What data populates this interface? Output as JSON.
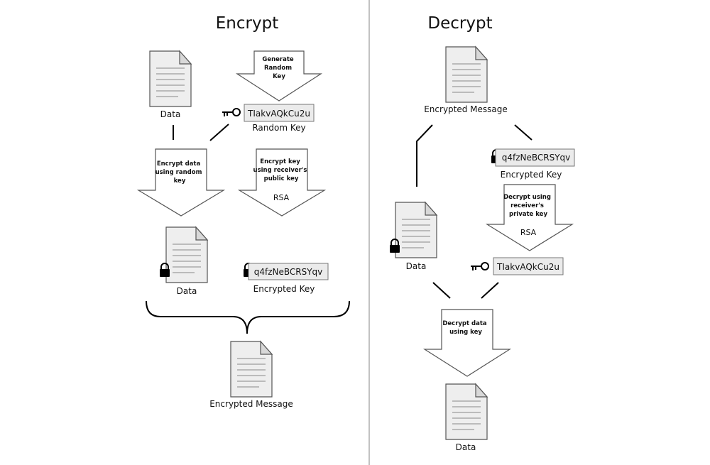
{
  "encrypt": {
    "title": "Encrypt",
    "data_label": "Data",
    "generate_arrow": [
      "Generate",
      "Random",
      "Key"
    ],
    "random_key_value": "TIakvAQkCu2u",
    "random_key_label": "Random Key",
    "encrypt_data_arrow": [
      "Encrypt data",
      "using random",
      "key"
    ],
    "encrypt_key_arrow": [
      "Encrypt key",
      "using receiver's",
      "public key"
    ],
    "encrypt_key_algo": "RSA",
    "encrypted_data_label": "Data",
    "encrypted_key_value": "q4fzNeBCRSYqv",
    "encrypted_key_label": "Encrypted Key",
    "message_label": "Encrypted Message"
  },
  "decrypt": {
    "title": "Decrypt",
    "message_label": "Encrypted Message",
    "encrypted_key_value": "q4fzNeBCRSYqv",
    "encrypted_key_label": "Encrypted Key",
    "decrypt_key_arrow": [
      "Decrypt using",
      "receiver's",
      "private key"
    ],
    "decrypt_key_algo": "RSA",
    "encrypted_data_label": "Data",
    "random_key_value": "TIakvAQkCu2u",
    "decrypt_data_arrow": [
      "Decrypt data",
      "using key"
    ],
    "data_label": "Data"
  }
}
